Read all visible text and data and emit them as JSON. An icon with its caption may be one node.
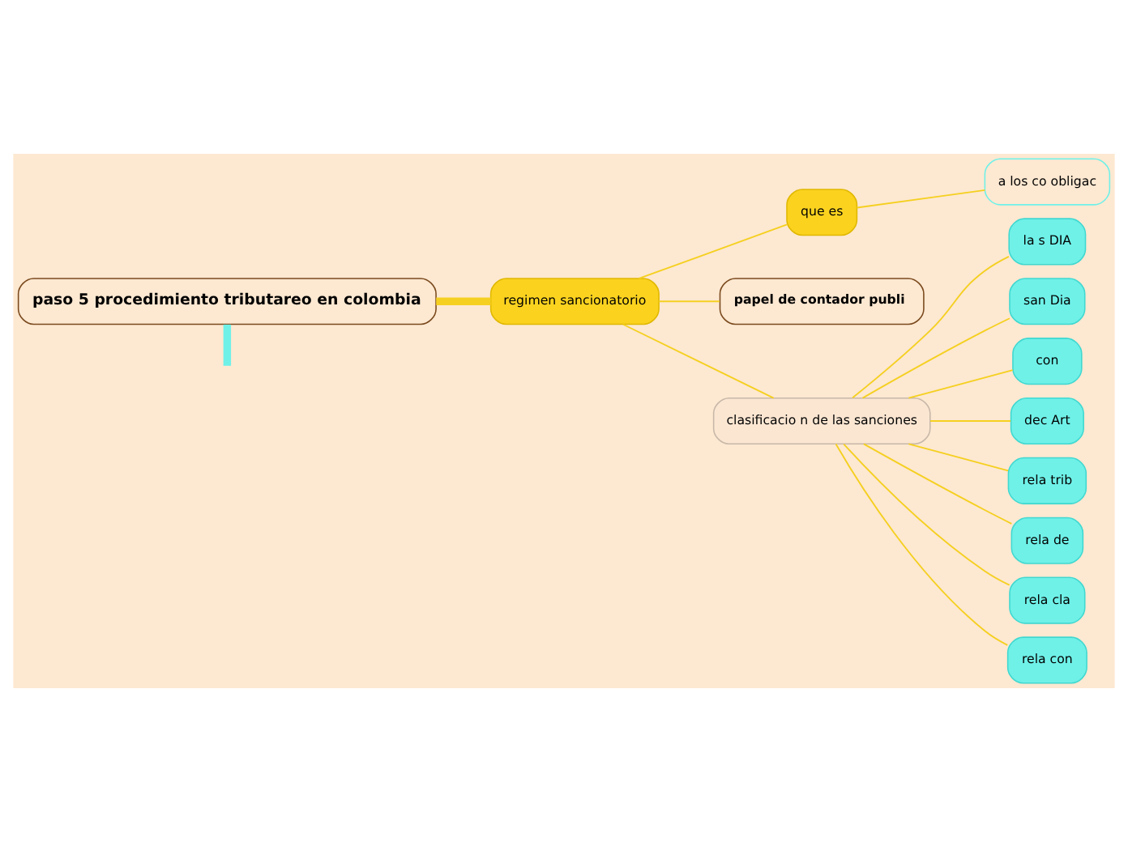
{
  "diagram": {
    "nodes": [
      {
        "text": [
          "paso 5 procedimiento tributareo en colombia"
        ]
      },
      {
        "text": [
          "regimen sancionatorio"
        ]
      },
      {
        "text": [
          "que es"
        ]
      },
      {
        "text": [
          "a los co obligac"
        ]
      },
      {
        "text": [
          "papel de contador publi"
        ]
      },
      {
        "text": [
          "clasificacio n de las sanciones"
        ]
      },
      {
        "text": [
          "la s DIA"
        ]
      },
      {
        "text": [
          "san Dia"
        ]
      },
      {
        "text": [
          "con"
        ]
      },
      {
        "text": [
          "dec Art"
        ]
      },
      {
        "text": [
          "rela trib"
        ]
      },
      {
        "text": [
          "rela de"
        ]
      },
      {
        "text": [
          "rela cla"
        ]
      },
      {
        "text": [
          "rela con"
        ]
      }
    ],
    "edges": [
      {
        "from": 0,
        "to": 1,
        "arrow": "none",
        "style": "thick"
      },
      {
        "from": 1,
        "to": 2,
        "arrow": "none"
      },
      {
        "from": 2,
        "to": 3,
        "arrow": "none"
      },
      {
        "from": 1,
        "to": 4,
        "arrow": "none"
      },
      {
        "from": 1,
        "to": 5,
        "arrow": "none"
      },
      {
        "from": 5,
        "to": 6,
        "arrow": "none"
      },
      {
        "from": 5,
        "to": 7,
        "arrow": "none"
      },
      {
        "from": 5,
        "to": 8,
        "arrow": "none"
      },
      {
        "from": 5,
        "to": 9,
        "arrow": "none"
      },
      {
        "from": 5,
        "to": 10,
        "arrow": "none"
      },
      {
        "from": 5,
        "to": 11,
        "arrow": "none"
      },
      {
        "from": 5,
        "to": 12,
        "arrow": "none"
      },
      {
        "from": 5,
        "to": 13,
        "arrow": "none"
      },
      {
        "from": 0,
        "to": null,
        "arrow": "none",
        "style": "thick",
        "color": "#6ff1e8"
      }
    ]
  }
}
